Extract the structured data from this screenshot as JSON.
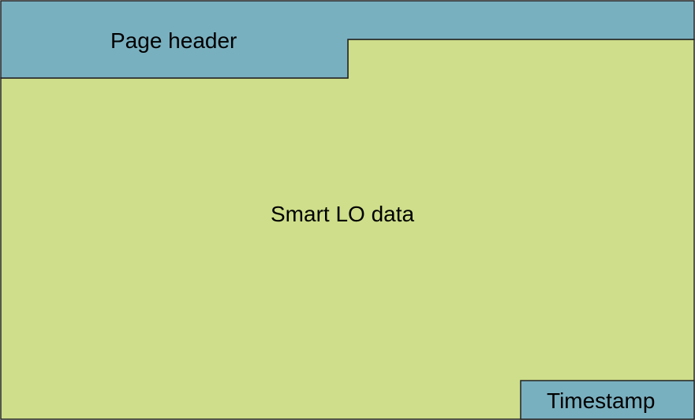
{
  "regions": {
    "page_header": {
      "label": "Page header",
      "color": "#79B0C0"
    },
    "smart_lo_data": {
      "label": "Smart LO data",
      "color": "#CEDE8A"
    },
    "timestamp": {
      "label": "Timestamp",
      "color": "#79B0C0"
    }
  },
  "border_color": "#222222"
}
